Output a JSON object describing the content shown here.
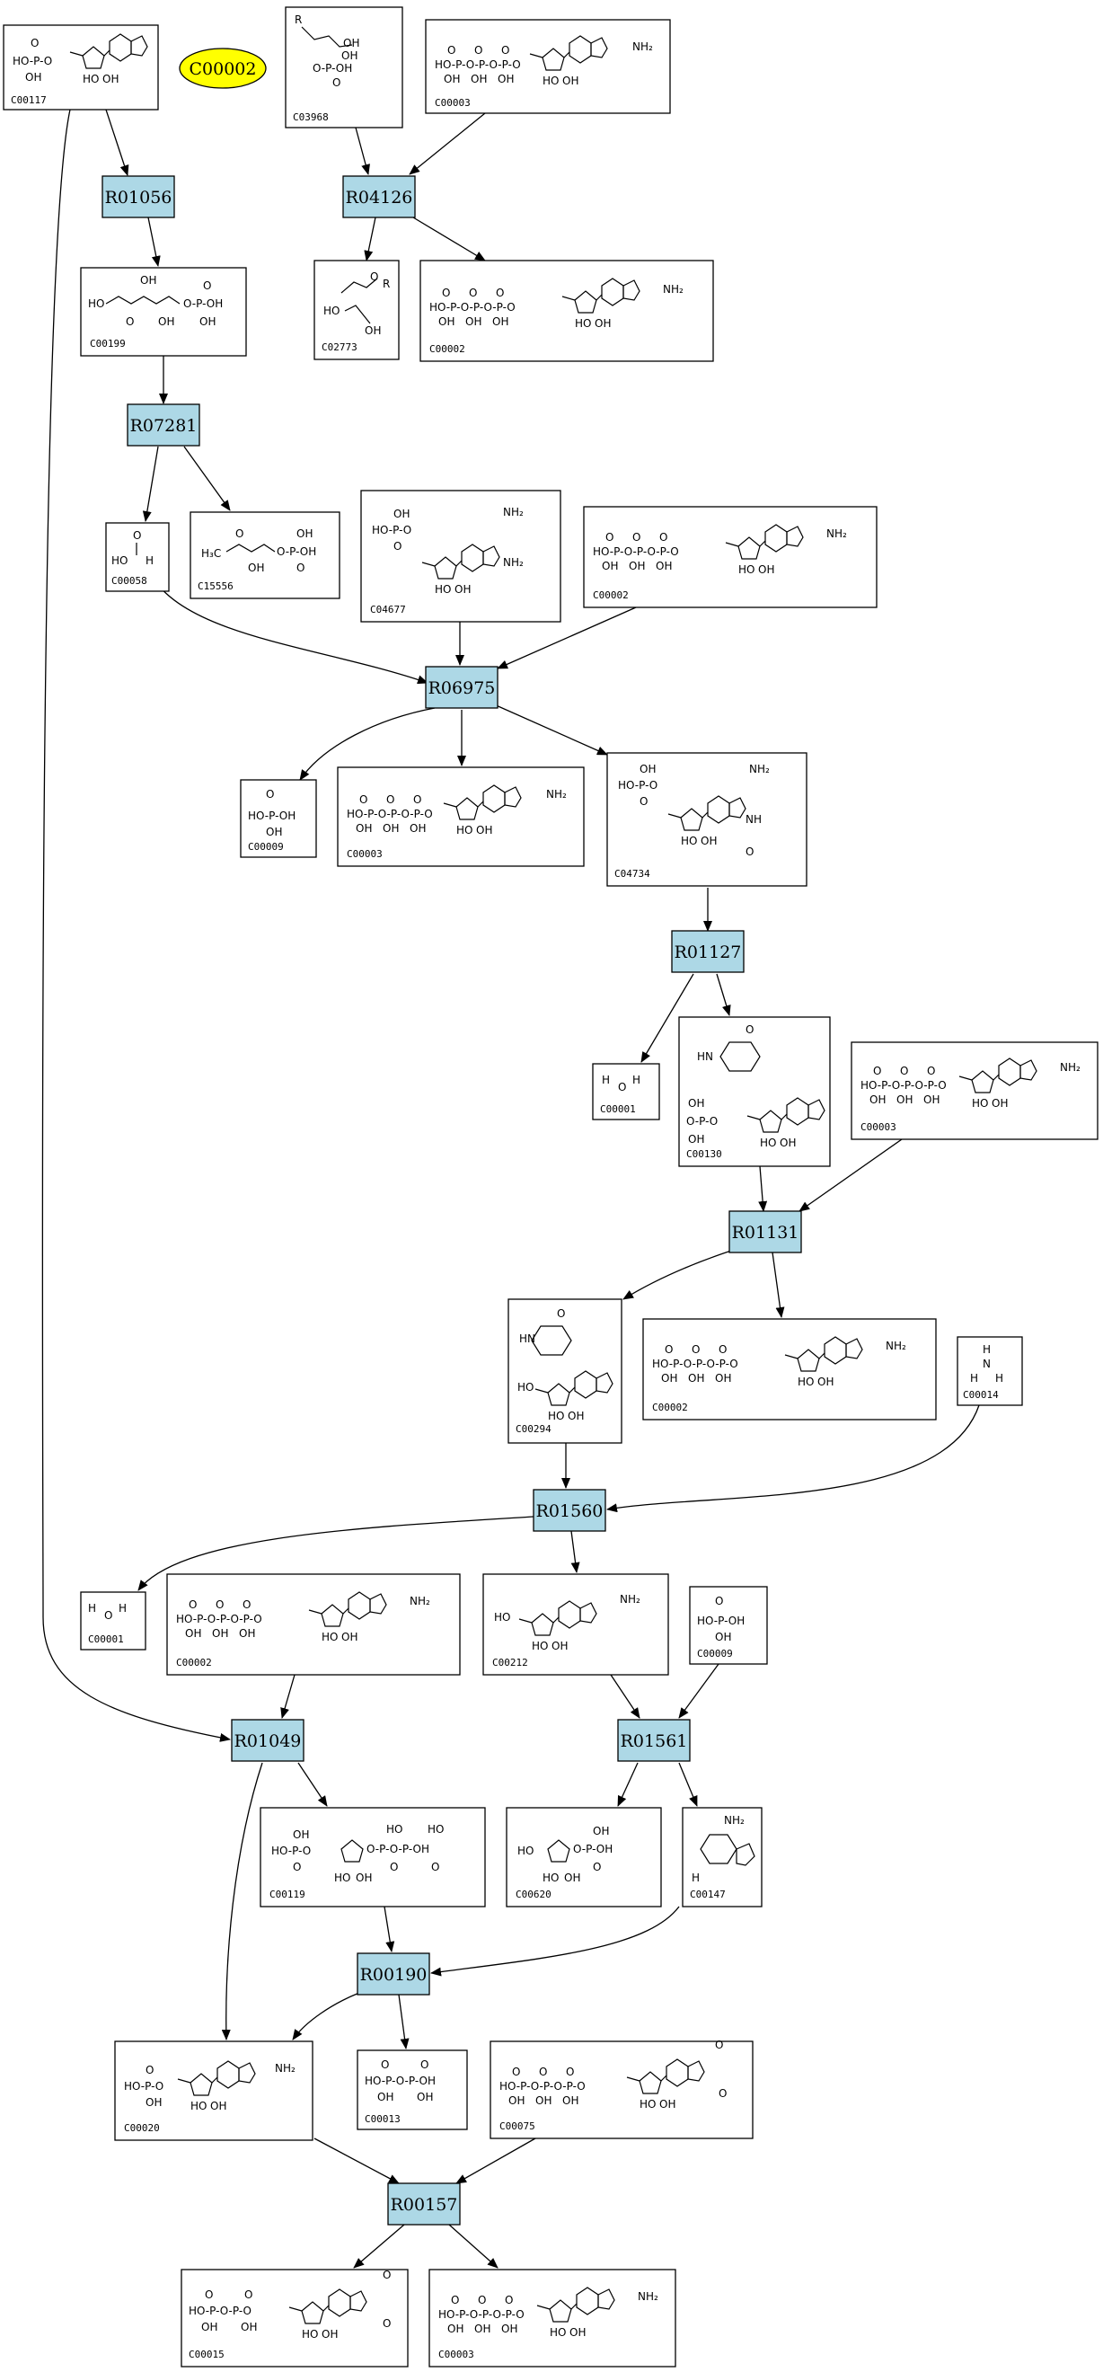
{
  "title": "C00002",
  "colors": {
    "reaction_fill": "#add8e6",
    "title_fill": "#ffff00",
    "stroke": "#000000",
    "background": "#ffffff"
  },
  "reactions": [
    "R01056",
    "R04126",
    "R07281",
    "R06975",
    "R01127",
    "R01131",
    "R01560",
    "R01049",
    "R01561",
    "R00190",
    "R00157"
  ],
  "compounds": [
    "C00117",
    "C03968",
    "C00003",
    "C00199",
    "C02773",
    "C00002",
    "C00058",
    "C15556",
    "C04677",
    "C00002",
    "C00009",
    "C00003",
    "C04734",
    "C00001",
    "C00130",
    "C00003",
    "C00294",
    "C00002",
    "C00014",
    "C00001",
    "C00002",
    "C00212",
    "C00009",
    "C00119",
    "C00620",
    "C00147",
    "C00020",
    "C00013",
    "C00075",
    "C00015",
    "C00003"
  ],
  "edges": [
    [
      "C00117",
      "R01056"
    ],
    [
      "R01056",
      "C00199"
    ],
    [
      "C00199",
      "R07281"
    ],
    [
      "R07281",
      "C00058"
    ],
    [
      "R07281",
      "C15556"
    ],
    [
      "C03968",
      "R04126"
    ],
    [
      "C00003",
      "R04126"
    ],
    [
      "R04126",
      "C02773"
    ],
    [
      "R04126",
      "C00002"
    ],
    [
      "C00058",
      "R06975"
    ],
    [
      "C04677",
      "R06975"
    ],
    [
      "C00002",
      "R06975"
    ],
    [
      "R06975",
      "C00009"
    ],
    [
      "R06975",
      "C00003"
    ],
    [
      "R06975",
      "C04734"
    ],
    [
      "C04734",
      "R01127"
    ],
    [
      "R01127",
      "C00001"
    ],
    [
      "R01127",
      "C00130"
    ],
    [
      "C00130",
      "R01131"
    ],
    [
      "C00003",
      "R01131"
    ],
    [
      "R01131",
      "C00294"
    ],
    [
      "R01131",
      "C00002"
    ],
    [
      "C00294",
      "R01560"
    ],
    [
      "C00014",
      "R01560"
    ],
    [
      "R01560",
      "C00001"
    ],
    [
      "R01560",
      "C00212"
    ],
    [
      "C00117",
      "R01049"
    ],
    [
      "C00002",
      "R01049"
    ],
    [
      "R01049",
      "C00119"
    ],
    [
      "R01049",
      "C00020"
    ],
    [
      "C00212",
      "R01561"
    ],
    [
      "C00009",
      "R01561"
    ],
    [
      "R01561",
      "C00620"
    ],
    [
      "R01561",
      "C00147"
    ],
    [
      "C00119",
      "R00190"
    ],
    [
      "C00147",
      "R00190"
    ],
    [
      "R00190",
      "C00020"
    ],
    [
      "R00190",
      "C00013"
    ],
    [
      "C00020",
      "R00157"
    ],
    [
      "C00075",
      "R00157"
    ],
    [
      "R00157",
      "C00015"
    ],
    [
      "R00157",
      "C00003"
    ]
  ]
}
